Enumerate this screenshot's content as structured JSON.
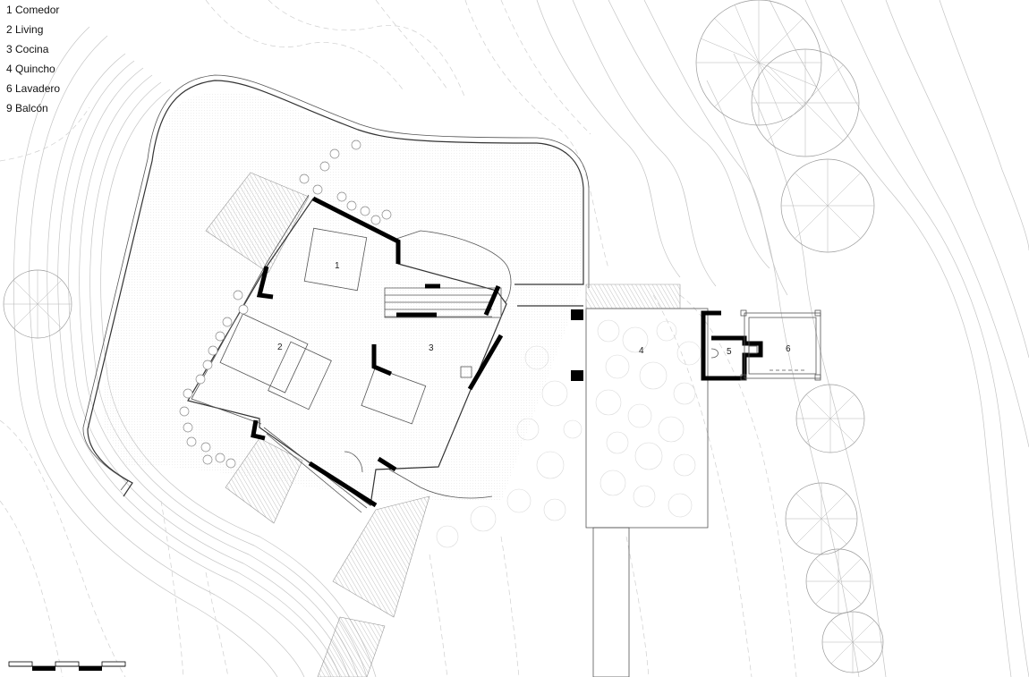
{
  "legend": {
    "items": [
      {
        "text": "1 Comedor"
      },
      {
        "text": "2 Living"
      },
      {
        "text": "3 Cocina"
      },
      {
        "text": "4 Quincho"
      },
      {
        "text": "6 Lavadero"
      },
      {
        "text": "9 Balcón"
      }
    ]
  },
  "plan": {
    "room_labels": [
      "1",
      "2",
      "3",
      "4",
      "5",
      "6"
    ]
  },
  "colors": {
    "walls": "#000000",
    "lines": "#555555",
    "contours": "#c4c4c4",
    "background": "#ffffff"
  }
}
